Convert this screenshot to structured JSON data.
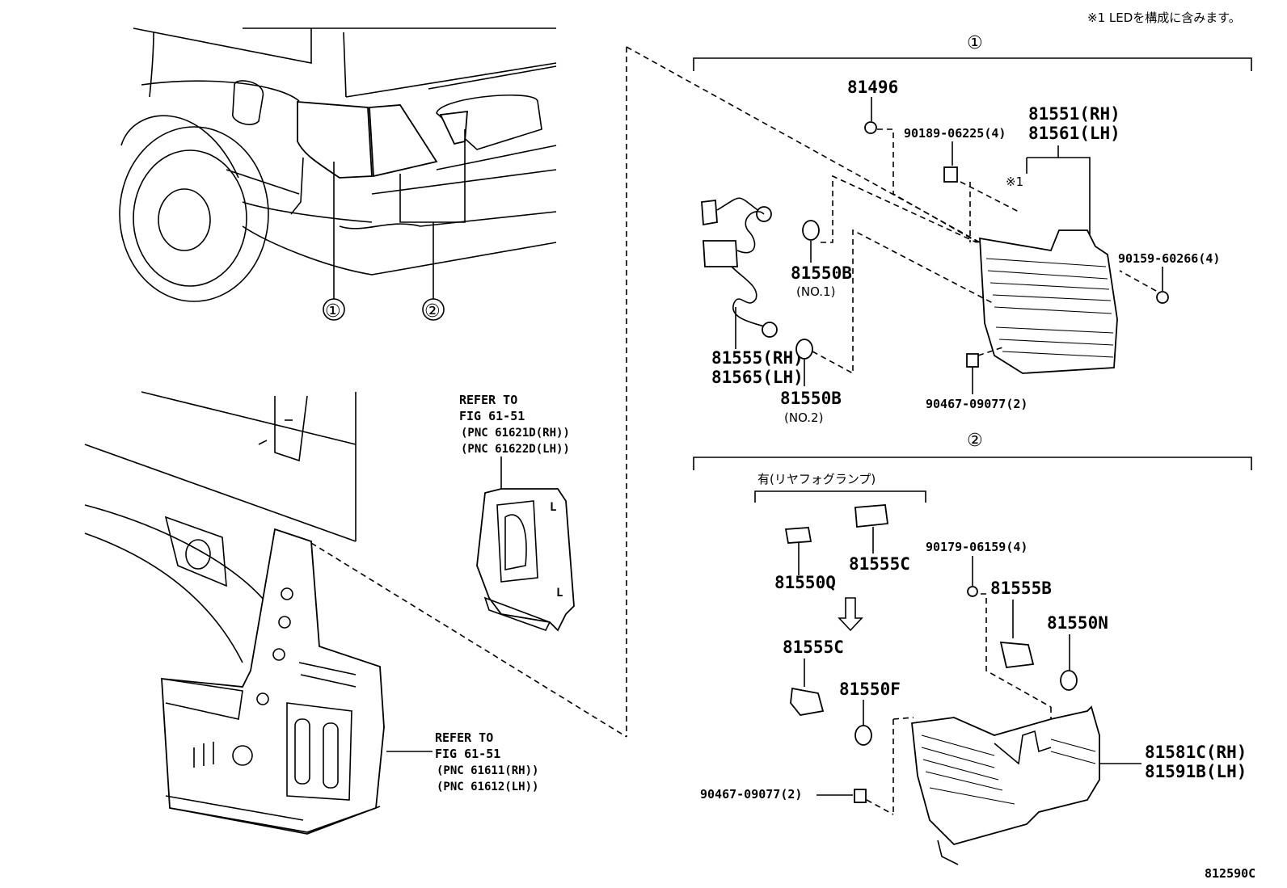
{
  "note": "※1 LEDを構成に含みます。",
  "group1_label": "①",
  "group2_label": "②",
  "callouts": {
    "c1": "①",
    "c2": "②"
  },
  "refer_upper": {
    "line1": "REFER TO",
    "line2": "FIG 61-51",
    "line3": "(PNC 61621D(RH))",
    "line4": "(PNC 61622D(LH))"
  },
  "refer_lower": {
    "line1": "REFER TO",
    "line2": "FIG 61-51",
    "line3": "(PNC 61611(RH))",
    "line4": "(PNC 61612(LH))"
  },
  "parts": {
    "p81496": "81496",
    "p90189": "90189-06225(4)",
    "p81551": "81551(RH)",
    "p81561": "81561(LH)",
    "mark1": "※1",
    "p90159": "90159-60266(4)",
    "p81550B_1": "81550B",
    "no1": "(NO.1)",
    "p81555": "81555(RH)",
    "p81565": "81565(LH)",
    "p81550B_2": "81550B",
    "no2": "(NO.2)",
    "p90467_a": "90467-09077(2)",
    "fog_label": "有(リヤフォグランプ)",
    "p81550Q": "81550Q",
    "p81555C_a": "81555C",
    "p90179": "90179-06159(4)",
    "p81555B": "81555B",
    "p81550N": "81550N",
    "p81555C_b": "81555C",
    "p81550F": "81550F",
    "p81581C": "81581C(RH)",
    "p81591B": "81591B(LH)",
    "p90467_b": "90467-09077(2)"
  },
  "figure_id": "812590C"
}
